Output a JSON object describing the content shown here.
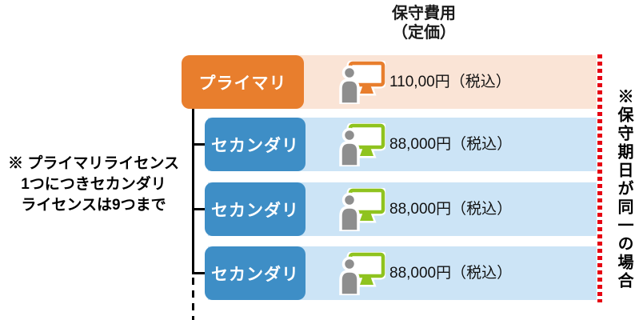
{
  "header": {
    "title": "保守費用\n（定価）"
  },
  "notes": {
    "left": {
      "lines": [
        "※ プライマリライセンス",
        "1つにつきセカンダリ",
        "ライセンスは9つまで"
      ]
    },
    "right": {
      "text": "※保守期日が同一の場合"
    }
  },
  "rows": [
    {
      "type": "primary",
      "label": "プライマリ",
      "price": "110,00円（税込）",
      "icon": "user-with-monitor-icon"
    },
    {
      "type": "secondary",
      "label": "セカンダリ",
      "price": "88,000円（税込）",
      "icon": "user-with-monitor-icon"
    },
    {
      "type": "secondary",
      "label": "セカンダリ",
      "price": "88,000円（税込）",
      "icon": "user-with-monitor-icon"
    },
    {
      "type": "secondary",
      "label": "セカンダリ",
      "price": "88,000円（税込）",
      "icon": "user-with-monitor-icon"
    }
  ],
  "colors": {
    "primary-orange": "#E87E2D",
    "primary-band": "#FAE4D6",
    "secondary-blue": "#3E8EC6",
    "secondary-band": "#CCE4F6",
    "monitor-green": "#8FC31F",
    "person-gray": "#8E8E8E",
    "deadline-red": "#E60012",
    "connector-black": "#000000"
  }
}
